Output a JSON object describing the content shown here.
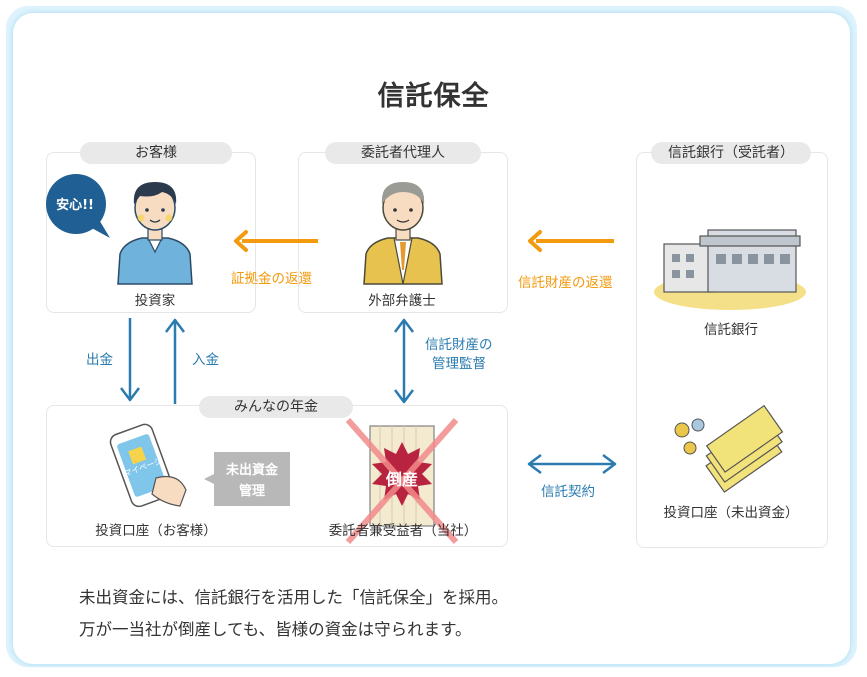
{
  "title": "信託保全",
  "boxes": {
    "customer": {
      "header": "お客様",
      "person": "投資家",
      "bubble": "安心!!"
    },
    "agent": {
      "header": "委託者代理人",
      "person": "外部弁護士"
    },
    "trust_bank": {
      "header": "信託銀行（受託者）",
      "bank": "信託銀行",
      "account": "投資口座（未出資金）"
    },
    "nenkin": {
      "header": "みんなの年金",
      "phone_label": "投資口座（お客様）",
      "phone_text": "マイページ",
      "gray_tag_line1": "未出資金",
      "gray_tag_line2": "管理",
      "bankruptcy": "倒産",
      "beneficiary": "委託者兼受益者（当社）"
    }
  },
  "arrows": {
    "return_collateral": "証拠金の返還",
    "return_trust": "信託財産の返還",
    "withdraw": "出金",
    "deposit": "入金",
    "supervision_line1": "信託財産の",
    "supervision_line2": "管理監督",
    "trust_contract": "信託契約"
  },
  "footer": {
    "line1": "未出資金には、信託銀行を活用した「信託保全」を採用。",
    "line2": "万が一当社が倒産しても、皆様の資金は守られます。"
  },
  "colors": {
    "orange": "#f39a0e",
    "blue": "#2a7bb0",
    "navy_bubble": "#1f5f94",
    "crimson": "#b8233f"
  }
}
